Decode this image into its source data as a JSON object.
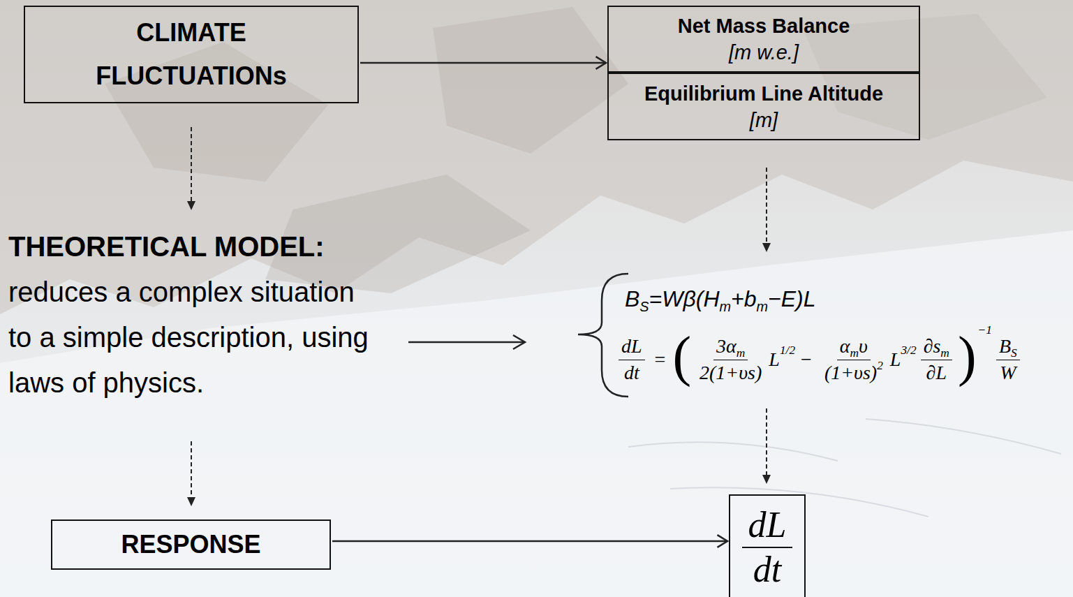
{
  "diagram": {
    "nodes": [
      {
        "text": [
          "CLIMATE FLUCTUATIONs"
        ]
      },
      {
        "text": [
          "Net Mass Balance",
          "[m w.e.]"
        ]
      },
      {
        "text": [
          "Equilibrium Line Altitude",
          "[m]"
        ]
      },
      {
        "text": [
          "RESPONSE"
        ]
      },
      {
        "text": [
          "dL",
          "dt"
        ]
      }
    ],
    "edges": [
      {
        "from": 0,
        "to": 1,
        "arrow": "to"
      },
      {
        "from": 3,
        "to": 4,
        "arrow": "to"
      }
    ],
    "labels": [
      "THEORETICAL MODEL:",
      "reduces a complex situation to a simple description, using laws of physics.",
      "B",
      "S",
      "=Wβ(H",
      "m",
      "+b",
      "m",
      "−E)L",
      "dL",
      "dt",
      "=",
      "(",
      "3α",
      "m",
      "2(1+υs)",
      "L",
      "1/2",
      "−",
      "α",
      "m",
      "υ",
      "(1+υs)",
      "2",
      "L",
      "3/2",
      "∂s",
      "m",
      "∂L",
      ")",
      "−1",
      "B",
      "S",
      "W"
    ]
  }
}
